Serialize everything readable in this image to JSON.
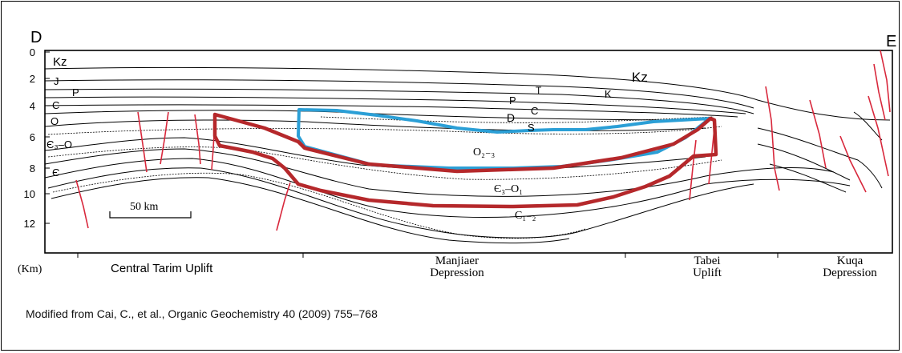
{
  "section": {
    "endpoints": {
      "left": "D",
      "right": "E"
    },
    "depth_axis": {
      "unit": "(Km)",
      "ticks": [
        "0",
        "2",
        "4",
        "6",
        "8",
        "10",
        "12"
      ]
    },
    "scale_bar": "50 km",
    "strata": {
      "kz_left": "Kz",
      "j": "J",
      "p_left": "P",
      "c_left": "C",
      "o2_left": "O",
      "e3_o_left": "Є₃–O",
      "e_left": "Є",
      "kz_right": "Kz",
      "k": "K",
      "p_mid": "P",
      "c_mid": "C",
      "d": "D",
      "s": "S",
      "t": "T",
      "o23": "O₂₋₃",
      "e3_o1": "Є₃–O₁",
      "c12": "C₁₋₂"
    },
    "regions": [
      {
        "name": "Central Tarim Uplift"
      },
      {
        "name": "Manjiaer\nDepression"
      },
      {
        "name": "Tabei\nUplift"
      },
      {
        "name": "Kuqa\nDepression"
      }
    ],
    "outline_colors": {
      "reservoir_outline": "#b5282b",
      "upper_outline": "#2b9fd6",
      "faults": "#d8283c"
    }
  },
  "caption": "Modified from Cai, C., et al., Organic Geochemistry 40 (2009) 755–768"
}
